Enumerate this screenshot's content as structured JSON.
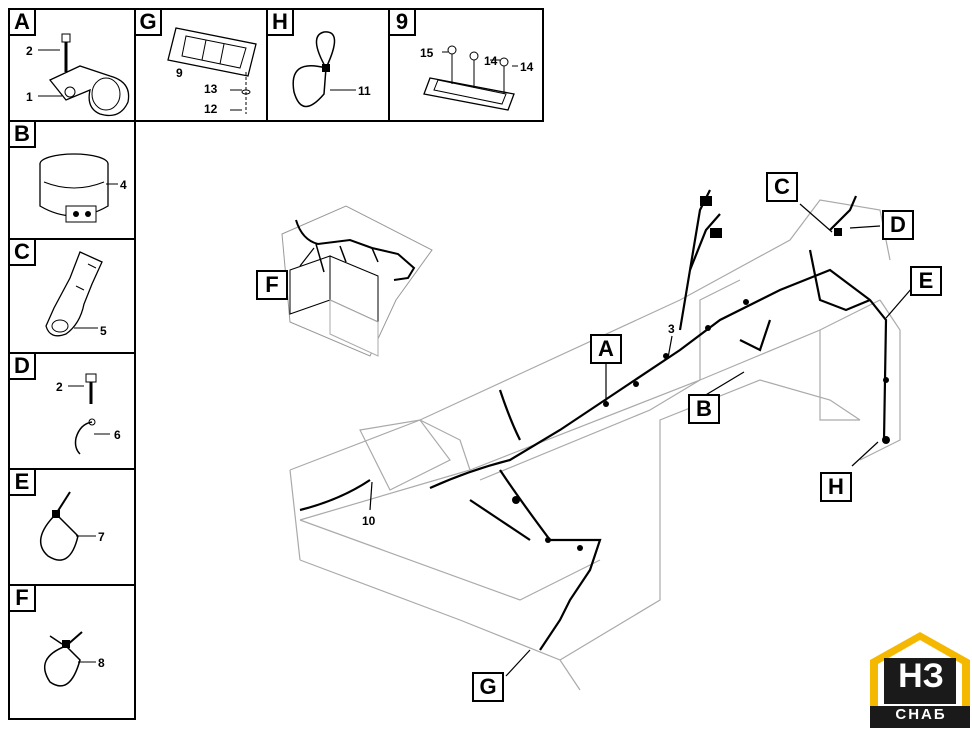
{
  "panels": [
    {
      "letter": "A",
      "labels": [
        "2",
        "1"
      ]
    },
    {
      "letter": "G",
      "labels": [
        "9",
        "13",
        "12"
      ]
    },
    {
      "letter": "H",
      "labels": [
        "11"
      ]
    },
    {
      "letter": "9",
      "labels": [
        "15",
        "14",
        "14"
      ]
    },
    {
      "letter": "B",
      "labels": [
        "4"
      ]
    },
    {
      "letter": "C",
      "labels": [
        "5"
      ]
    },
    {
      "letter": "D",
      "labels": [
        "2",
        "6"
      ]
    },
    {
      "letter": "E",
      "labels": [
        "7"
      ]
    },
    {
      "letter": "F",
      "labels": [
        "8"
      ]
    }
  ],
  "callouts": [
    "C",
    "D",
    "E",
    "F",
    "A",
    "B",
    "H",
    "G"
  ],
  "main_labels": [
    "3",
    "10"
  ],
  "logo": {
    "main": "НЗ",
    "sub": "СНАБ",
    "color": "#f5b800"
  }
}
